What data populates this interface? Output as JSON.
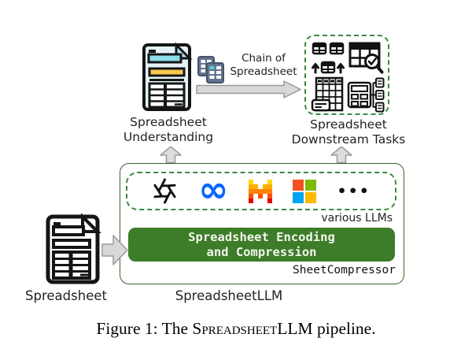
{
  "colors": {
    "pipeline_green": "#3d7c28",
    "dashed_green": "#3a8a3e",
    "box_border_green": "#35652d",
    "arrow_gray": "#d8d8d8",
    "meta_blue": "#0866FF",
    "microsoft": [
      "#F25022",
      "#7FBA00",
      "#00A4EF",
      "#FFB900"
    ],
    "mistral_rows": [
      "#FFD800",
      "#FFAF00",
      "#FF8205",
      "#FA500F",
      "#E10500"
    ],
    "doc_cyan": "#8edce8",
    "doc_yellow": "#f7c64f"
  },
  "icons": [
    "spreadsheet-doc-color-icon",
    "spreadsheet-doc-bw-icon",
    "chain-of-spreadsheet-icon",
    "up-arrow-icon",
    "right-arrow-icon",
    "table-merge-icon",
    "table-audit-icon",
    "table-note-icon",
    "form-extract-icon",
    "openai-logo-icon",
    "meta-logo-icon",
    "mistral-logo-icon",
    "microsoft-logo-icon",
    "ellipsis-icon"
  ],
  "understanding": {
    "line1": "Spreadsheet",
    "line2": "Understanding"
  },
  "chain": {
    "line1": "Chain of",
    "line2": "Spreadsheet"
  },
  "downstream": {
    "line1": "Spreadsheet",
    "line2": "Downstream Tasks"
  },
  "llm_box": {
    "label": "various LLMs",
    "ellipsis": "•••",
    "logos": [
      "openai",
      "meta",
      "mistral",
      "microsoft"
    ]
  },
  "encoder": {
    "line1": "Spreadsheet Encoding",
    "line2": "and Compression"
  },
  "sheet_compressor_label": "SheetCompressor",
  "spreadsheetllm_label": "SpreadsheetLLM",
  "input_label": "Spreadsheet",
  "caption": {
    "prefix": "Figure 1: The ",
    "name_smallcaps": "Spreadsheet",
    "name_caps": "LLM",
    "suffix": " pipeline."
  }
}
